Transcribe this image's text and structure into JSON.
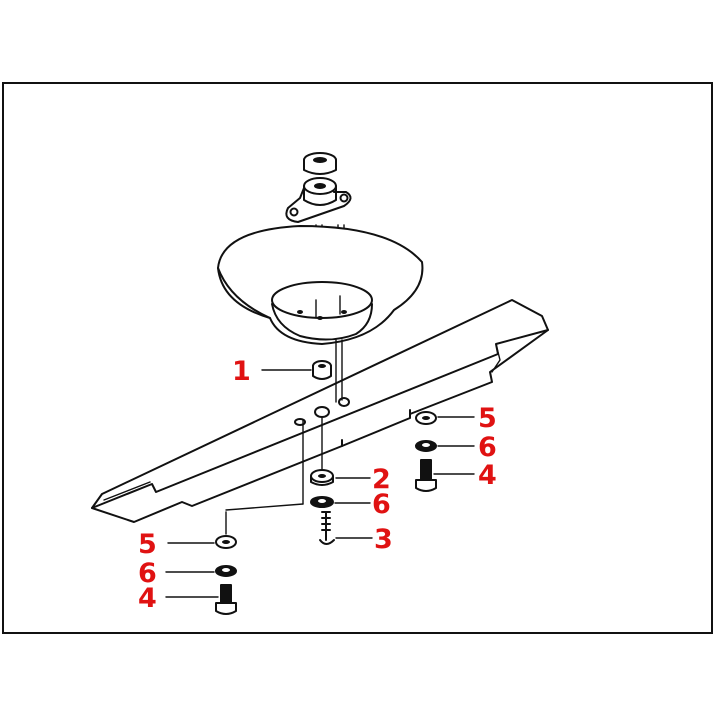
{
  "diagram": {
    "callouts": [
      {
        "id": "c1",
        "label": "1"
      },
      {
        "id": "c2",
        "label": "2"
      },
      {
        "id": "c3",
        "label": "3"
      },
      {
        "id": "c4a",
        "label": "4"
      },
      {
        "id": "c4b",
        "label": "4"
      },
      {
        "id": "c5a",
        "label": "5"
      },
      {
        "id": "c5b",
        "label": "5"
      },
      {
        "id": "c6a",
        "label": "6"
      },
      {
        "id": "c6b",
        "label": "6"
      },
      {
        "id": "c6c",
        "label": "6"
      }
    ],
    "colors": {
      "callout": "#e01212",
      "line": "#111111",
      "background": "#ffffff"
    }
  }
}
